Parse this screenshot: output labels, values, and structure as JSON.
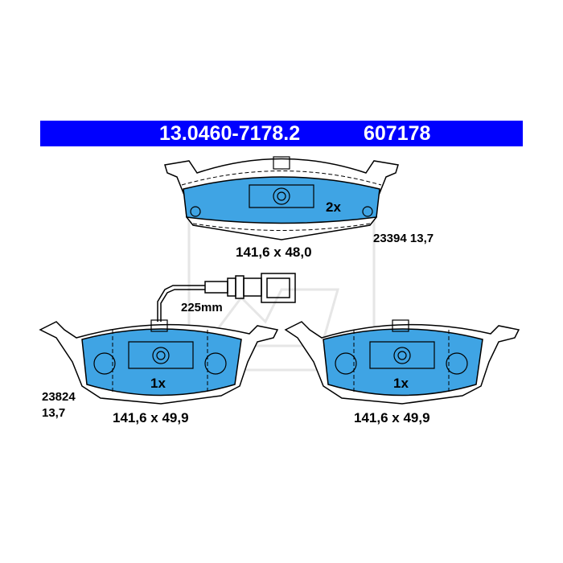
{
  "header": {
    "part_number": "13.0460-7178.2",
    "code": "607178",
    "bg_color": "#0000ff"
  },
  "pad_color": "#3fa4e4",
  "pads": [
    {
      "quantity": "2x",
      "dimensions": "141,6 x 48,0",
      "spec_number": "23394",
      "spec_thickness": "13,7"
    },
    {
      "quantity": "1x",
      "dimensions": "141,6 x 49,9",
      "spec_number": "23824",
      "spec_thickness": "13,7",
      "sensor_length": "225mm"
    },
    {
      "quantity": "1x",
      "dimensions": "141,6 x 49,9"
    }
  ]
}
